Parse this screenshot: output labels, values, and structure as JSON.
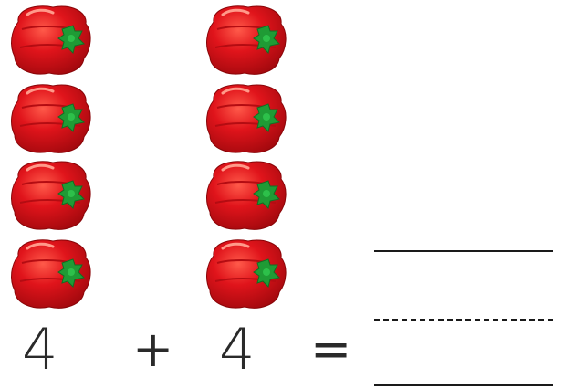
{
  "equation": {
    "left_operand": "4",
    "plus_sign": "+",
    "right_operand": "4",
    "equals_sign": "="
  },
  "groups": [
    {
      "pepper_count": 4
    },
    {
      "pepper_count": 4
    }
  ],
  "colors": {
    "pepper_red": "#e0141b",
    "pepper_dark": "#a4090e",
    "stem_green": "#1f9b35",
    "text": "#2a2a2a",
    "lines": "#1a1a1a"
  },
  "icons": [
    "red-pepper-icon"
  ]
}
